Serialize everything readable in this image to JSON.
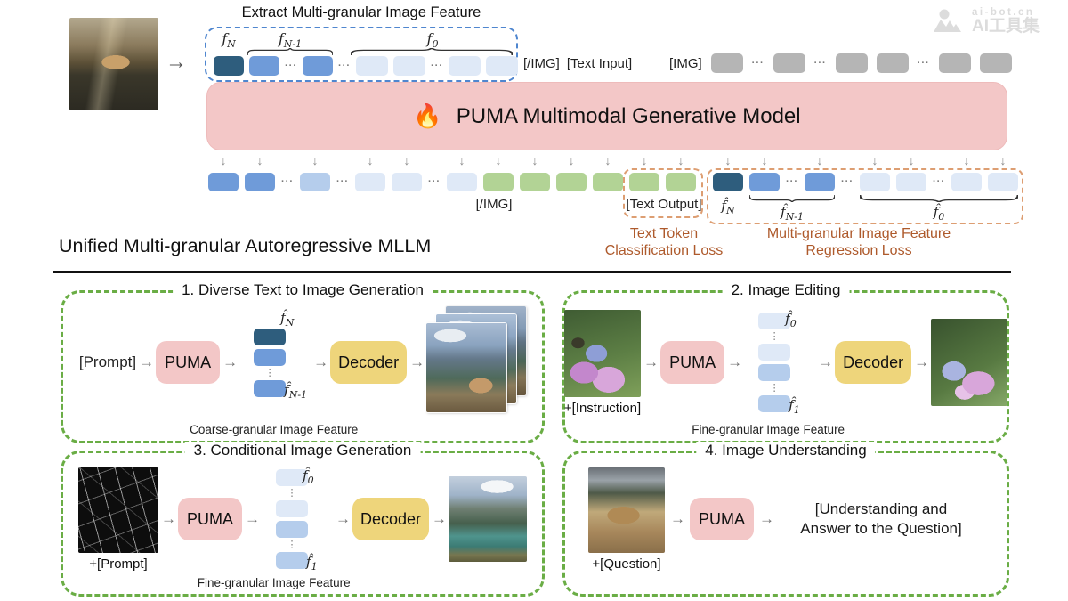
{
  "watermark": {
    "domain": "ai-bot.cn",
    "name": "AI工具集"
  },
  "glyphs": {
    "arrow_right": "→",
    "arrow_down": "↓",
    "ellipsis": "···",
    "vdots": "⋮",
    "flame": "🔥"
  },
  "math": {
    "f": "f",
    "fhat": "f̂",
    "subN": "N",
    "subN1": "N-1",
    "sub0": "0",
    "sub1": "1"
  },
  "top": {
    "extract_title": "Extract Multi-granular Image Feature",
    "img_close_tag": "[/IMG]",
    "text_input": "[Text Input]",
    "img_tag": "[IMG]"
  },
  "model_bar": {
    "title": "PUMA Multimodal Generative Model"
  },
  "output_row": {
    "img_close_tag": "[/IMG]",
    "text_output": "[Text Output]"
  },
  "losses": {
    "text_line1": "Text Token",
    "text_line2": "Classification Loss",
    "reg_line1": "Multi-granular Image Feature",
    "reg_line2": "Regression Loss"
  },
  "heading": "Unified Multi-granular Autoregressive MLLM",
  "tasks": [
    {
      "title": "1. Diverse Text to Image Generation",
      "input_label": "[Prompt]",
      "model": "PUMA",
      "decoder": "Decoder",
      "caption": "Coarse-granular Image Feature"
    },
    {
      "title": "2. Image Editing",
      "input_label": "+[Instruction]",
      "model": "PUMA",
      "decoder": "Decoder",
      "caption": "Fine-granular Image Feature"
    },
    {
      "title": "3. Conditional Image Generation",
      "input_label": "+[Prompt]",
      "model": "PUMA",
      "decoder": "Decoder",
      "caption": "Fine-granular Image Feature"
    },
    {
      "title": "4. Image Understanding",
      "input_label": "+[Question]",
      "model": "PUMA",
      "answer_line1": "[Understanding and",
      "answer_line2": "Answer to the Question]"
    }
  ],
  "colors": {
    "token_dark": "#2e5d7d",
    "token_blue": "#6f9bd9",
    "token_mblue": "#b5cdec",
    "token_vlight": "#dfe9f7",
    "token_green": "#b2d395",
    "token_gray": "#b5b5b5",
    "model_pink": "#f3c7c7",
    "decoder_yellow": "#eed57b",
    "loss_text": "#ae5a2c",
    "border_blue": "#4f86cf",
    "border_orange": "#dd9e72",
    "border_green": "#6aad45"
  }
}
